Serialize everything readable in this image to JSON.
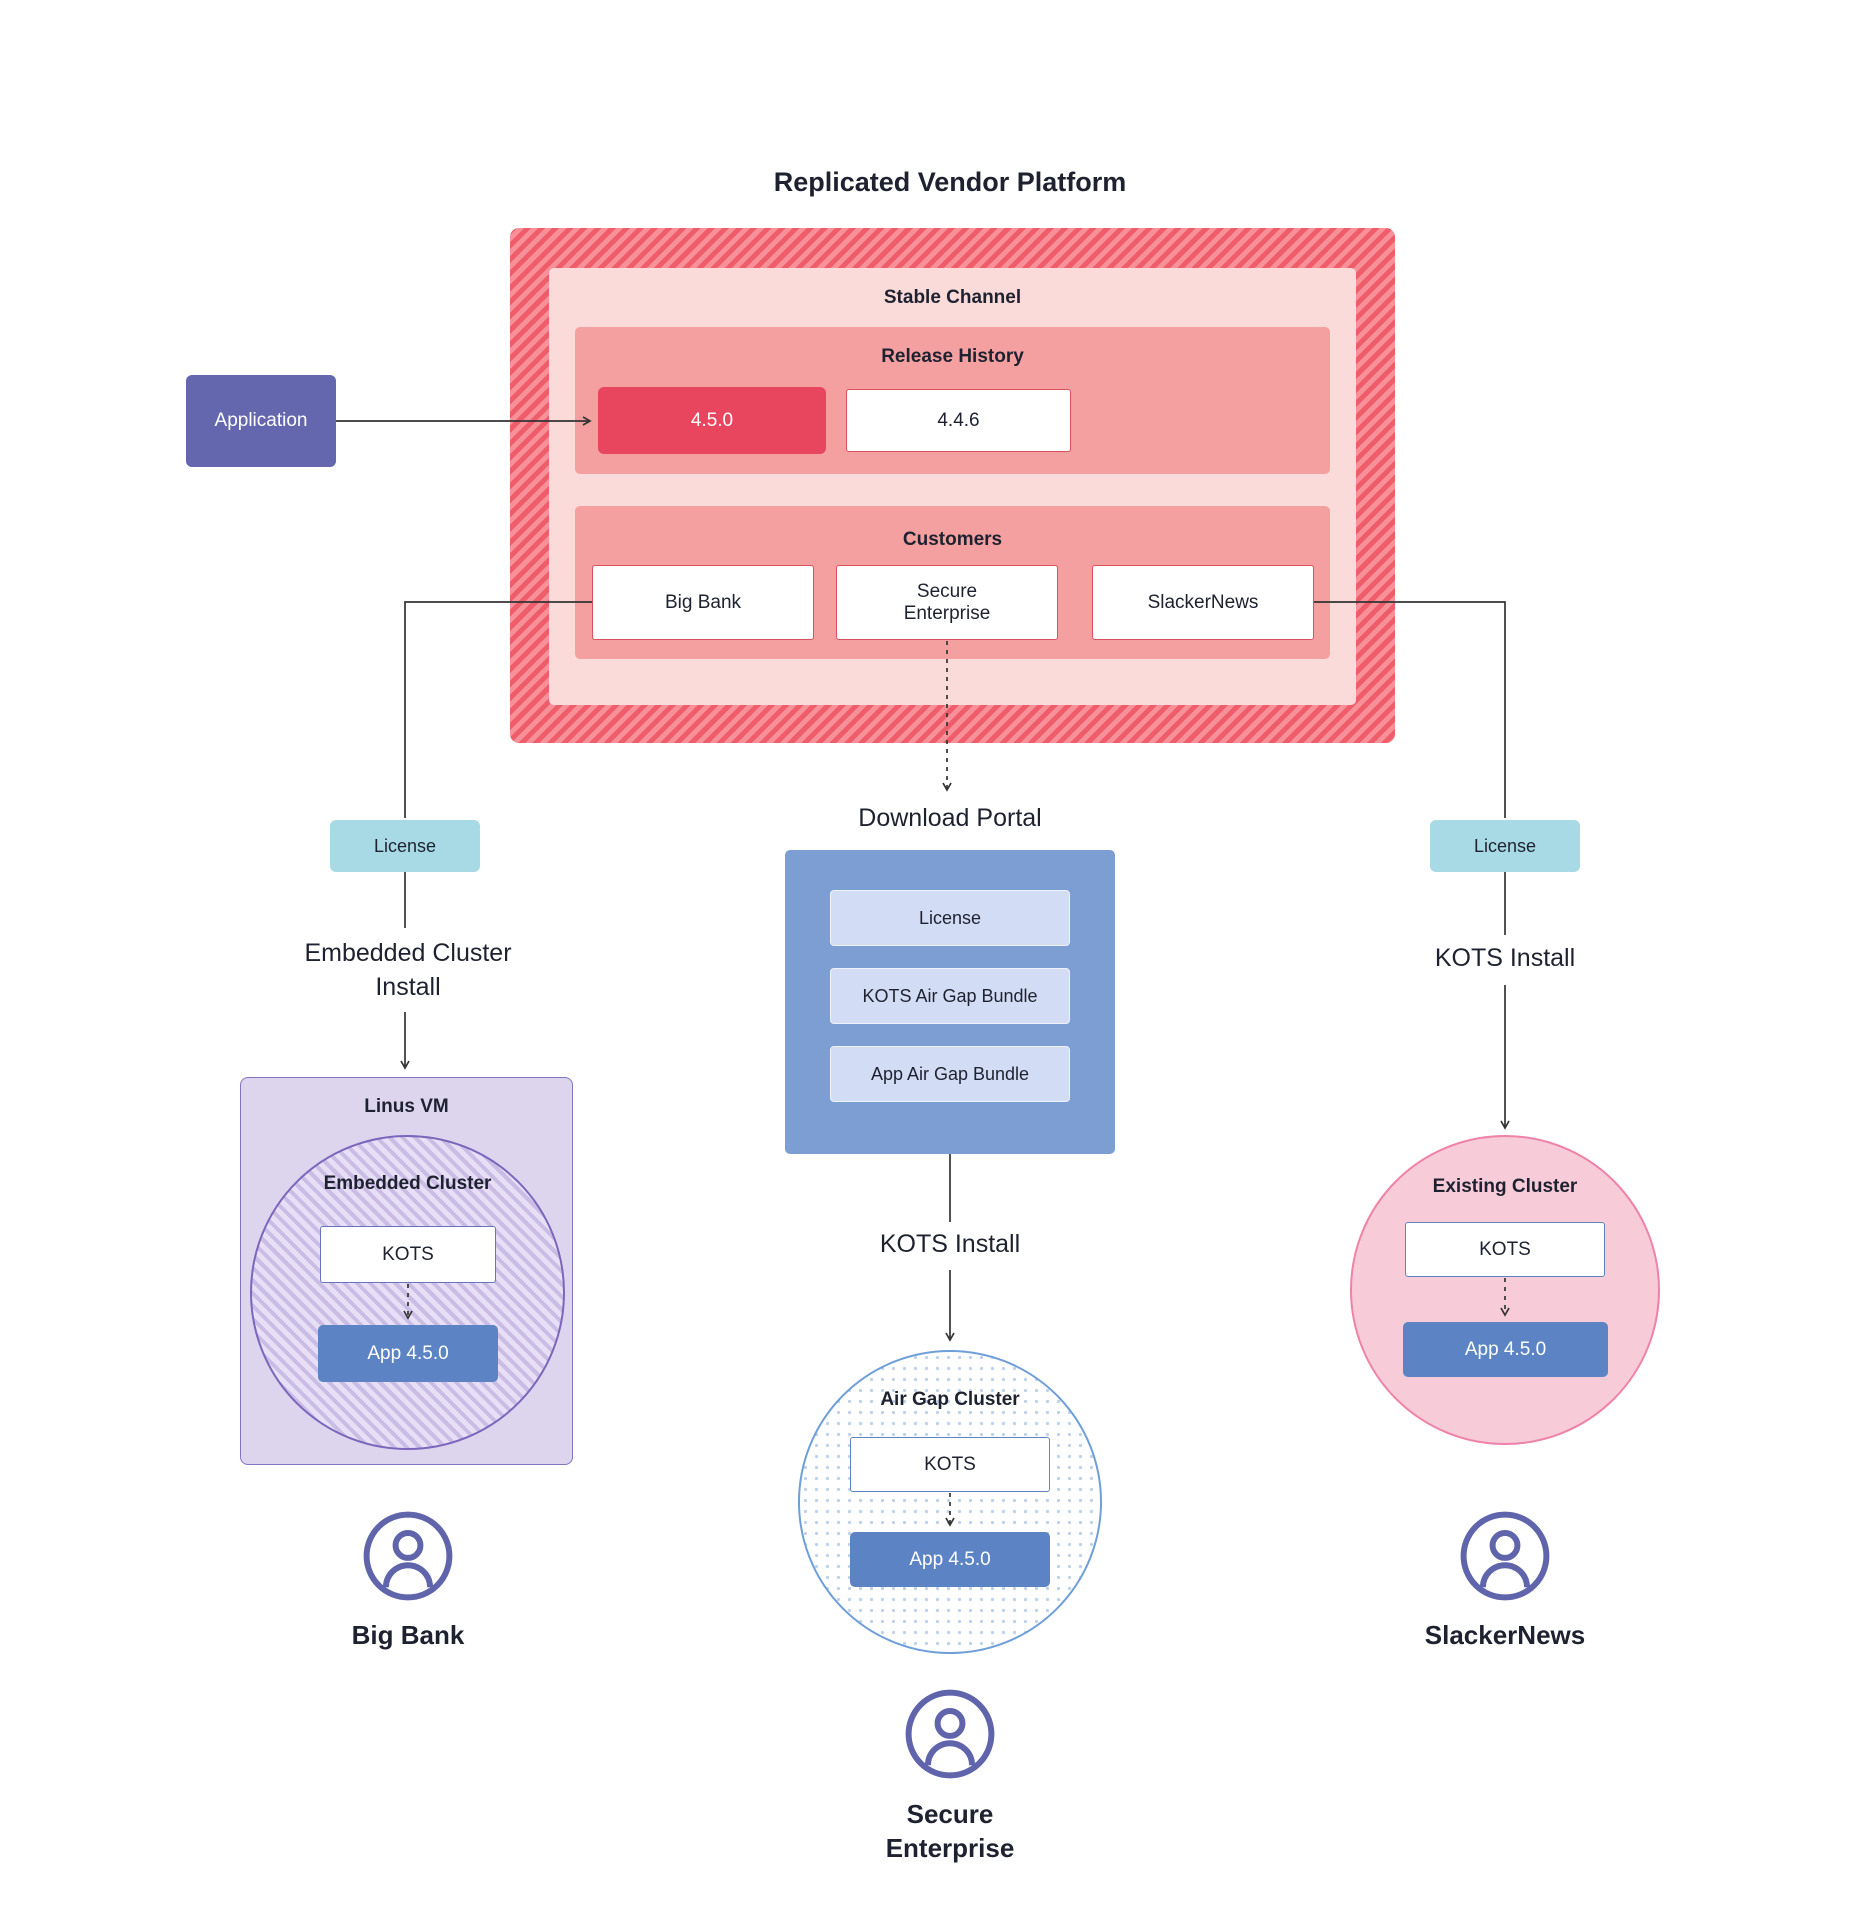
{
  "title": "Replicated Vendor Platform",
  "platform": {
    "stable_channel": "Stable Channel",
    "release_history": {
      "label": "Release History",
      "releases": [
        "4.5.0",
        "4.4.6"
      ]
    },
    "customers": {
      "label": "Customers",
      "items": [
        "Big Bank",
        "Secure Enterprise",
        "SlackerNews"
      ]
    }
  },
  "application_label": "Application",
  "branches": {
    "big_bank": {
      "license": "License",
      "install": "Embedded Cluster Install",
      "vm_label": "Linus VM",
      "cluster_label": "Embedded Cluster",
      "kots": "KOTS",
      "app": "App 4.5.0",
      "customer": "Big Bank"
    },
    "secure_enterprise": {
      "portal_title": "Download Portal",
      "portal_items": [
        "License",
        "KOTS Air Gap Bundle",
        "App Air Gap Bundle"
      ],
      "install": "KOTS Install",
      "cluster_label": "Air Gap Cluster",
      "kots": "KOTS",
      "app": "App 4.5.0",
      "customer": "Secure Enterprise"
    },
    "slackernews": {
      "license": "License",
      "install": "KOTS Install",
      "cluster_label": "Existing Cluster",
      "kots": "KOTS",
      "app": "App 4.5.0",
      "customer": "SlackerNews"
    }
  },
  "colors": {
    "platform_stripe_dark": "#ef5d6b",
    "platform_stripe_light": "#f79099",
    "channel_bg": "#fadbd9",
    "section_bg": "#f5a0a0",
    "release_current_bg": "#e8455f",
    "outline_red": "#d9505f",
    "application_bg": "#6467ae",
    "license_bg": "#a7dae5",
    "vm_bg": "#ddd5ee",
    "vm_border": "#8373c2",
    "app_node_bg": "#5c84c4",
    "portal_bg": "#7d9ed2",
    "portal_item_bg": "#d2dcf4",
    "airgap_border": "#6f9fd8",
    "existing_bg": "#f8cbd8",
    "existing_border": "#ee82a8",
    "person_icon": "#5f64ab",
    "connector": "#333333"
  }
}
